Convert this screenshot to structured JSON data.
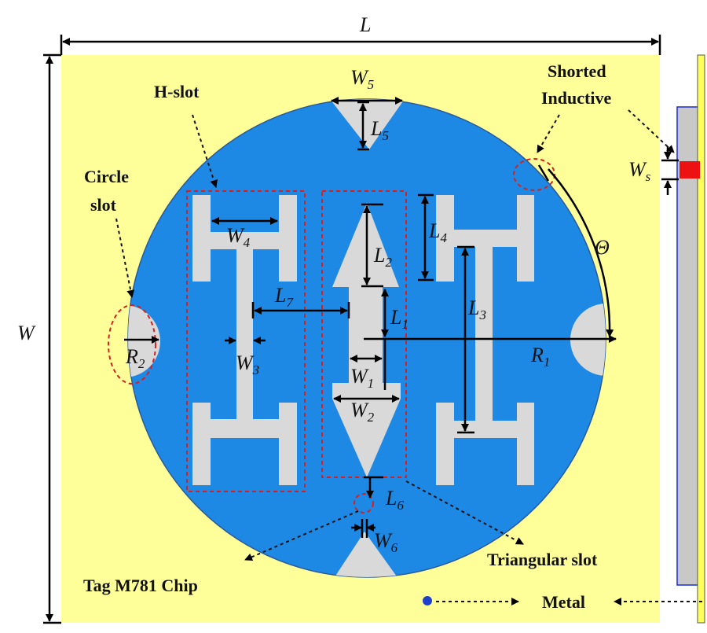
{
  "labels": {
    "L": "L",
    "W": "W",
    "W5": {
      "main": "W",
      "sub": "5"
    },
    "L5": {
      "main": "L",
      "sub": "5"
    },
    "H_slot": "H-slot",
    "Shorted_line1": "Shorted",
    "Shorted_line2": "Inductive",
    "Ws": {
      "main": "W",
      "sub": "s"
    },
    "Circle_line1": "Circle",
    "Circle_line2": "slot",
    "W4": {
      "main": "W",
      "sub": "4"
    },
    "L4": {
      "main": "L",
      "sub": "4"
    },
    "L2": {
      "main": "L",
      "sub": "2"
    },
    "Theta": "Θ",
    "L7": {
      "main": "L",
      "sub": "7"
    },
    "L1": {
      "main": "L",
      "sub": "1"
    },
    "L3": {
      "main": "L",
      "sub": "3"
    },
    "R2": {
      "main": "R",
      "sub": "2"
    },
    "W3": {
      "main": "W",
      "sub": "3"
    },
    "R1": {
      "main": "R",
      "sub": "1"
    },
    "W1": {
      "main": "W",
      "sub": "1"
    },
    "W2": {
      "main": "W",
      "sub": "2"
    },
    "L6": {
      "main": "L",
      "sub": "6"
    },
    "W6": {
      "main": "W",
      "sub": "6"
    },
    "Tag_chip": "Tag M781 Chip",
    "Triangular": "Triangular slot",
    "Metal": "Metal"
  },
  "colors": {
    "substrate": "#ffff99",
    "patch": "#1e88e5",
    "slot": "#d9d9d9",
    "highlight": "#d42020",
    "metal_dot": "#1f3fcc",
    "side_board": "#c8c8c8",
    "side_frame": "#1a2bd6",
    "short": "#ee1111"
  }
}
